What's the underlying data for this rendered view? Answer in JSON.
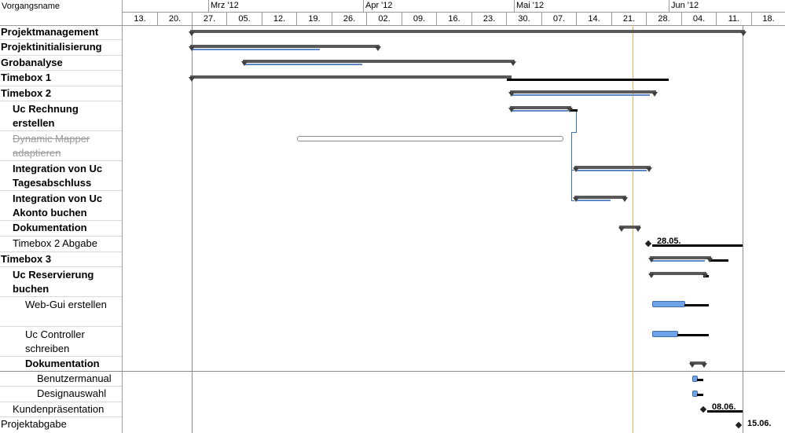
{
  "header": {
    "task_column": "Vorgangsname"
  },
  "timeline": {
    "months": [
      "Mrz '12",
      "Apr '12",
      "Mai '12",
      "Jun '12"
    ],
    "weeks": [
      "13.",
      "20.",
      "27.",
      "05.",
      "12.",
      "19.",
      "26.",
      "02.",
      "09.",
      "16.",
      "23.",
      "30.",
      "07.",
      "14.",
      "21.",
      "28.",
      "04.",
      "11.",
      "18."
    ]
  },
  "tasks": [
    {
      "name": "Projektmanagement"
    },
    {
      "name": "Projektinitialisierung"
    },
    {
      "name": "Grobanalyse"
    },
    {
      "name": "Timebox 1"
    },
    {
      "name": "Timebox 2"
    },
    {
      "name": "Uc Rechnung erstellen"
    },
    {
      "name": "Dynamic Mapper adaptieren"
    },
    {
      "name": "Integration von Uc Tagesabschluss"
    },
    {
      "name": "Integration von Uc Akonto buchen"
    },
    {
      "name": "Dokumentation"
    },
    {
      "name": "Timebox 2 Abgabe"
    },
    {
      "name": "Timebox 3"
    },
    {
      "name": "Uc Reservierung buchen"
    },
    {
      "name": "Web-Gui erstellen"
    },
    {
      "name": "Uc Controller schreiben"
    },
    {
      "name": "Dokumentation"
    },
    {
      "name": "Benutzermanual"
    },
    {
      "name": "Designauswahl"
    },
    {
      "name": "Kundenpräsentation"
    },
    {
      "name": "Projektabgabe"
    }
  ],
  "milestones": {
    "timebox2_abgabe": "28.05.",
    "kundenpraesentation": "08.06.",
    "projektabgabe": "15.06."
  },
  "colors": {
    "status_line": "#e0b060",
    "summary": "#595959",
    "progress": "#5c87c9"
  }
}
